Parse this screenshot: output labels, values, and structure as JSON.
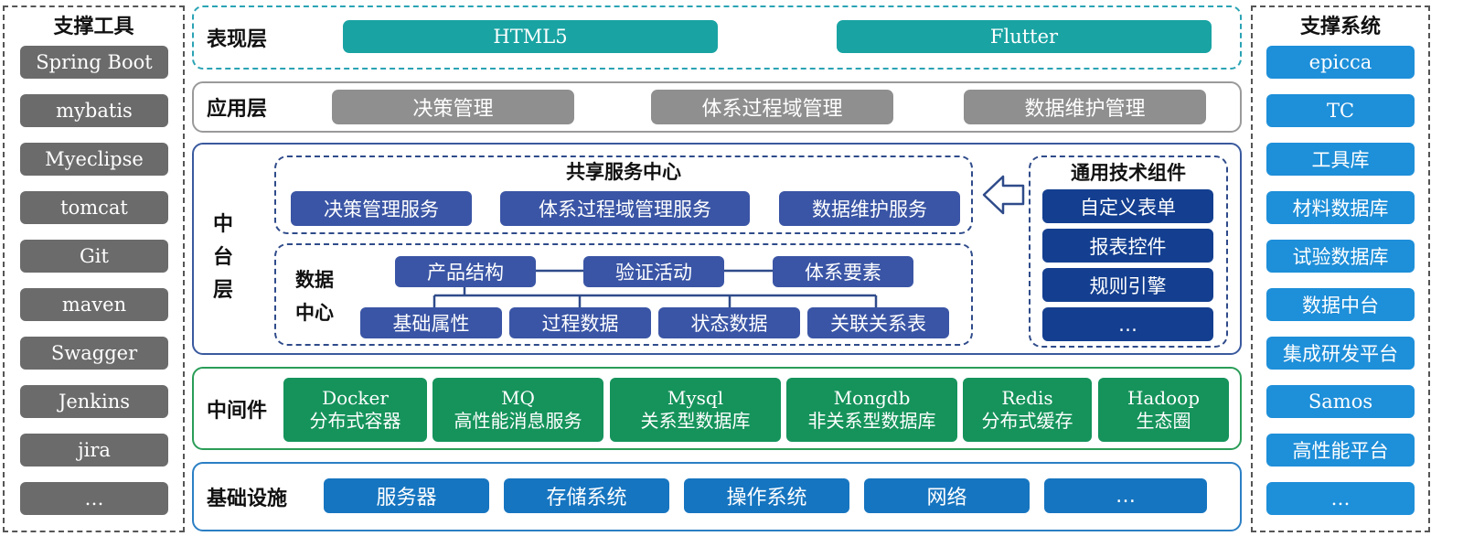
{
  "left_column": {
    "title": "支撑工具",
    "items": [
      "Spring Boot",
      "mybatis",
      "Myeclipse",
      "tomcat",
      "Git",
      "maven",
      "Swagger",
      "Jenkins",
      "jira",
      "…"
    ]
  },
  "right_column": {
    "title": "支撑系统",
    "items": [
      "epicca",
      "TC",
      "工具库",
      "材料数据库",
      "试验数据库",
      "数据中台",
      "集成研发平台",
      "Samos",
      "高性能平台",
      "…"
    ]
  },
  "presentation": {
    "label": "表现层",
    "items": [
      "HTML5",
      "Flutter"
    ]
  },
  "application": {
    "label": "应用层",
    "items": [
      "决策管理",
      "体系过程域管理",
      "数据维护管理"
    ]
  },
  "middle": {
    "label": [
      "中",
      "台",
      "层"
    ],
    "shared_services": {
      "title": "共享服务中心",
      "items": [
        "决策管理服务",
        "体系过程域管理服务",
        "数据维护服务"
      ]
    },
    "data_center": {
      "title": [
        "数据",
        "中心"
      ],
      "top_row": [
        "产品结构",
        "验证活动",
        "体系要素"
      ],
      "bottom_row": [
        "基础属性",
        "过程数据",
        "状态数据",
        "关联关系表"
      ]
    },
    "tech_components": {
      "title": "通用技术组件",
      "items": [
        "自定义表单",
        "报表控件",
        "规则引擎",
        "…"
      ]
    }
  },
  "middleware": {
    "label": "中间件",
    "items": [
      {
        "name": "Docker",
        "desc": "分布式容器"
      },
      {
        "name": "MQ",
        "desc": "高性能消息服务"
      },
      {
        "name": "Mysql",
        "desc": "关系型数据库"
      },
      {
        "name": "Mongdb",
        "desc": "非关系型数据库"
      },
      {
        "name": "Redis",
        "desc": "分布式缓存"
      },
      {
        "name": "Hadoop",
        "desc": "生态圈"
      }
    ]
  },
  "infrastructure": {
    "label": "基础设施",
    "items": [
      "服务器",
      "存储系统",
      "操作系统",
      "网络",
      "…"
    ]
  },
  "colors": {
    "tools": "#6b6b6b",
    "systems": "#1e8fd9",
    "presentation": "#19a3a3",
    "application": "#8f8f8f",
    "services": "#3a55a5",
    "tech": "#143f90",
    "middleware": "#15935b",
    "infrastructure": "#1675c0"
  }
}
